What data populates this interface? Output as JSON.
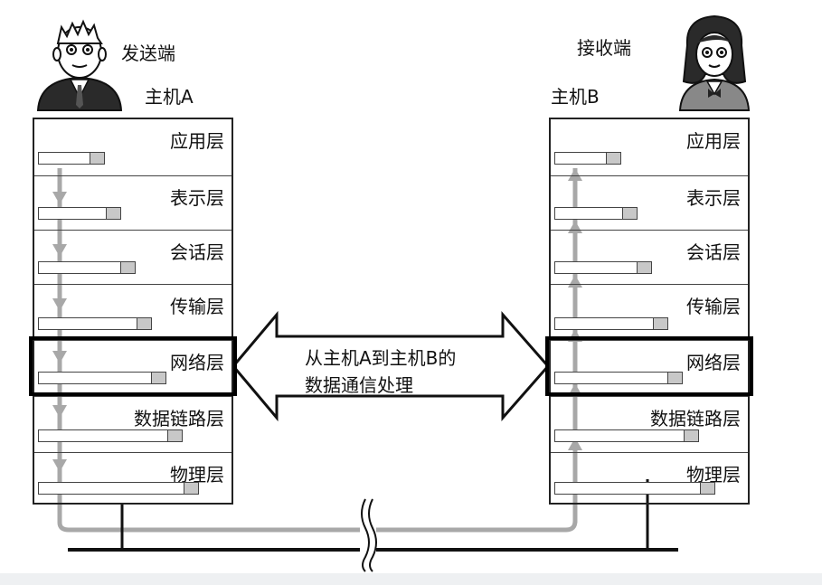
{
  "sender": {
    "role": "发送端",
    "host": "主机A"
  },
  "receiver": {
    "role": "接收端",
    "host": "主机B"
  },
  "layers": [
    "应用层",
    "表示层",
    "会话层",
    "传输层",
    "网络层",
    "数据链路层",
    "物理层"
  ],
  "message": {
    "line1": "从主机A到主机B的",
    "line2": "数据通信处理"
  }
}
